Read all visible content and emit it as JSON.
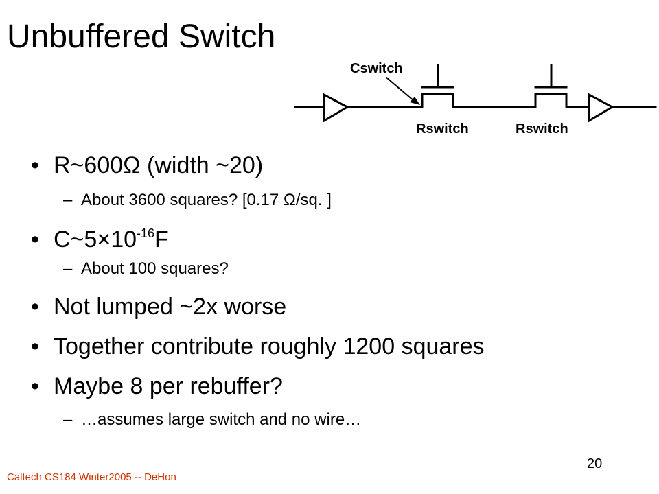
{
  "slide": {
    "title": "Unbuffered Switch",
    "footer": "Caltech CS184 Winter2005 -- DeHon",
    "page_number": "20"
  },
  "diagram": {
    "cswitch_label": "Cswitch",
    "rswitch_label_1": "Rswitch",
    "rswitch_label_2": "Rswitch"
  },
  "bullets": {
    "b1": {
      "bullet": "•",
      "text_before": "R~600",
      "omega": "Ω",
      "text_after": " (width ~20)"
    },
    "b1_sub": {
      "dash": "–",
      "text_before": "About 3600 squares?  [0.17 ",
      "omega": "Ω",
      "text_after": "/sq. ]"
    },
    "b2": {
      "bullet": "•",
      "base": "C~5",
      "times": "×",
      "ten": "10",
      "exponent": "-16",
      "unit": "F"
    },
    "b2_sub": {
      "dash": "–",
      "text": "About 100 squares?"
    },
    "b3": {
      "bullet": "•",
      "text": "Not lumped ~2x worse"
    },
    "b4": {
      "bullet": "•",
      "text": "Together contribute roughly 1200 squares"
    },
    "b5": {
      "bullet": "•",
      "text": "Maybe 8 per rebuffer?"
    },
    "b5_sub": {
      "dash": "–",
      "text": "…assumes large switch and no wire…"
    }
  }
}
